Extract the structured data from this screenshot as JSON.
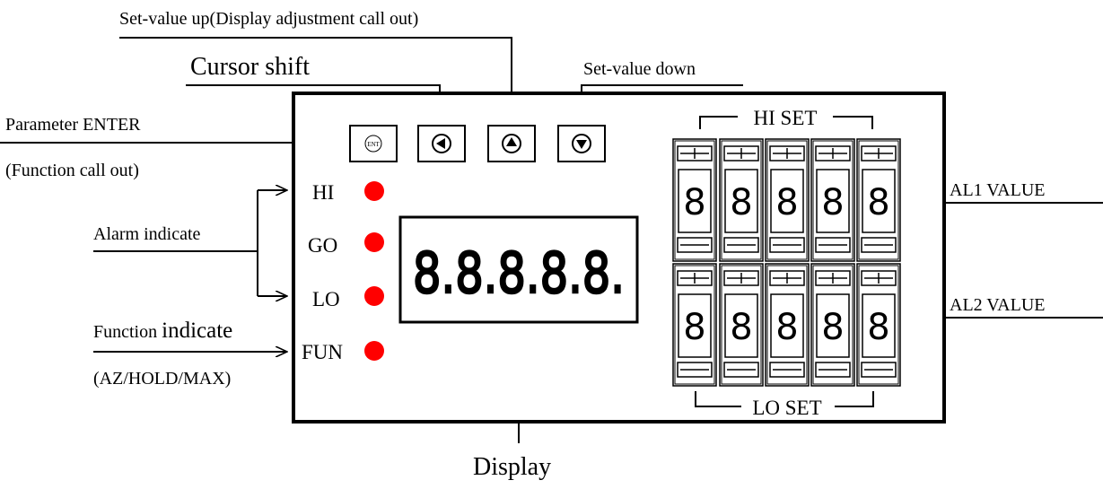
{
  "callouts": {
    "set_value_up": "Set-value up(Display adjustment call out)",
    "cursor_shift": "Cursor shift",
    "set_value_down": "Set-value down",
    "parameter_enter": "Parameter ENTER",
    "function_call_out": "(Function call out)",
    "alarm_indicate": "Alarm indicate",
    "function_indicate_prefix": "Function",
    "function_indicate_suffix": "indicate",
    "function_modes": "(AZ/HOLD/MAX)",
    "al1_value": "AL1 VALUE",
    "al2_value": "AL2 VALUE",
    "display": "Display"
  },
  "panel": {
    "leds": [
      {
        "label": "HI"
      },
      {
        "label": "GO"
      },
      {
        "label": "LO"
      },
      {
        "label": "FUN"
      }
    ],
    "led_color": "#ff0000",
    "keys": [
      {
        "name": "ent",
        "icon": "ENT"
      },
      {
        "name": "left",
        "icon": "left-triangle"
      },
      {
        "name": "up",
        "icon": "up-triangle"
      },
      {
        "name": "down",
        "icon": "down-triangle"
      }
    ],
    "display_value": "8.8.8.8.8.",
    "hi_set_label": "HI SET",
    "lo_set_label": "LO SET",
    "hi_set_digits": [
      "8",
      "8",
      "8",
      "8",
      "8"
    ],
    "lo_set_digits": [
      "8",
      "8",
      "8",
      "8",
      "8"
    ]
  }
}
